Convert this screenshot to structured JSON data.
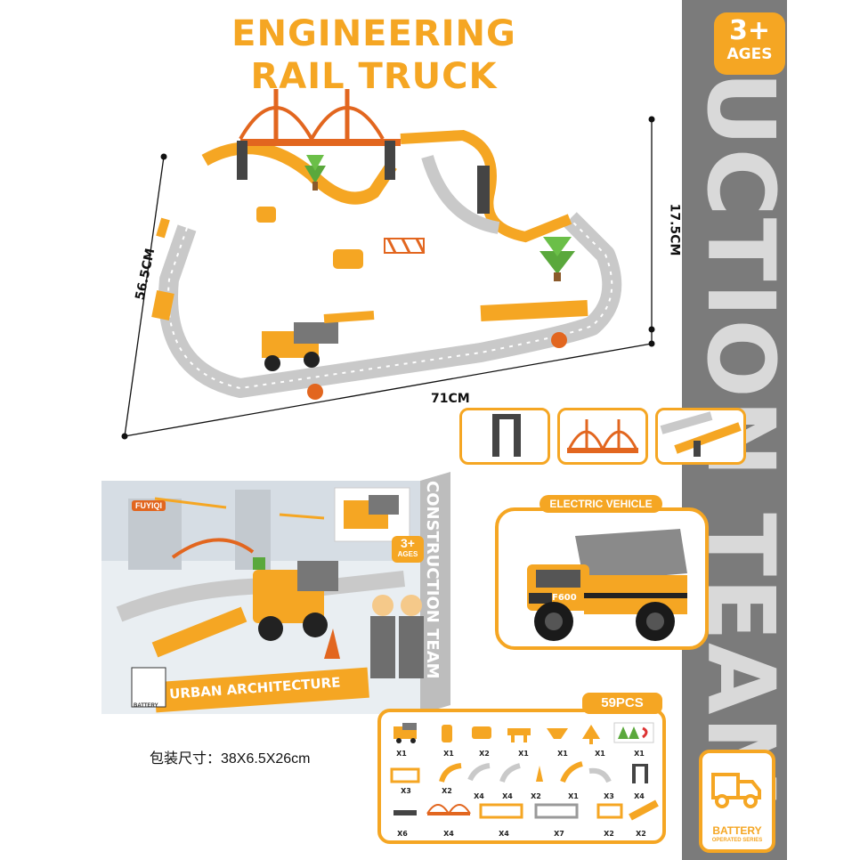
{
  "title": {
    "line1": "ENGINEERING",
    "line2": "RAIL TRUCK"
  },
  "age_badge": {
    "number": "3+",
    "label": "AGES"
  },
  "sidebar": {
    "vertical_text": "UCTION TEAM"
  },
  "dimensions": {
    "depth": "56.5CM",
    "height": "17.5CM",
    "width": "71CM"
  },
  "box": {
    "brand": "FUYIQI",
    "side_text": "CONSTRUCTION TEAM",
    "age_number": "3+",
    "age_label": "AGES",
    "title_banner": "URBAN ARCHITECTURE",
    "battery_label": "BATTERY"
  },
  "electric_vehicle": {
    "label": "ELECTRIC VEHICLE",
    "truck_plate": "F600"
  },
  "parts": {
    "total": "59PCS",
    "row1": [
      "X1",
      "X1",
      "X2",
      "X1",
      "X1",
      "X1",
      "X1"
    ],
    "row2": [
      "X3",
      "X2",
      "X4",
      "X4",
      "X2",
      "X1",
      "X3",
      "X4"
    ],
    "row3": [
      "X6",
      "X4",
      "X4",
      "X7",
      "X2",
      "X2"
    ]
  },
  "package_size": "包装尺寸：38X6.5X26cm",
  "battery_badge": {
    "label": "BATTERY",
    "sub": "OPERATED SERIES"
  },
  "colors": {
    "accent": "#f5a623",
    "sidebar": "#7b7b7b",
    "track_gray": "#c9c9c9",
    "bridge": "#e2661f"
  }
}
